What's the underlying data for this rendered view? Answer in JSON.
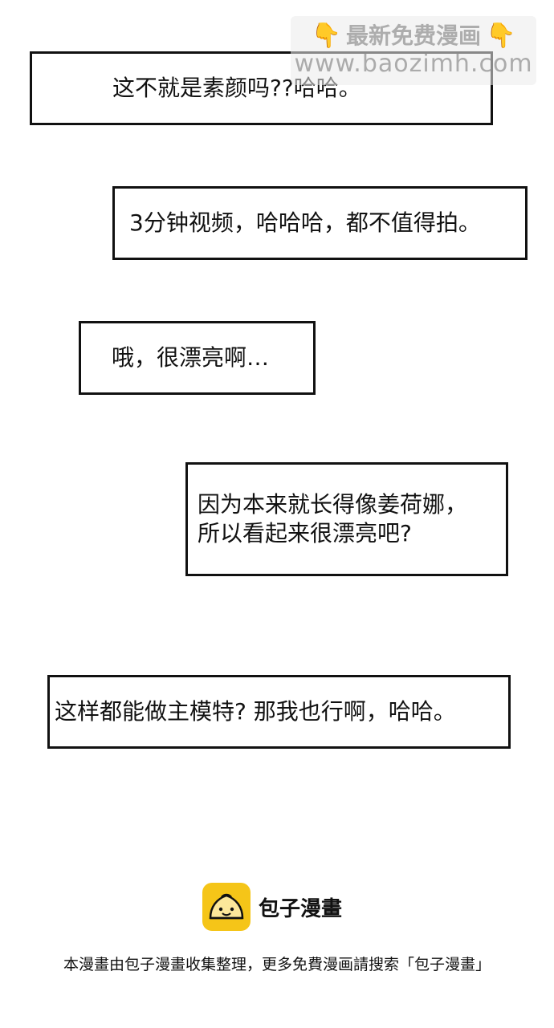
{
  "watermark": {
    "hand_icon": "👇",
    "title": "最新免费漫画",
    "url": "www.baozimh.com"
  },
  "bubbles": [
    {
      "text": "这不就是素颜吗??哈哈。"
    },
    {
      "text": "3分钟视频，哈哈哈，都不值得拍。"
    },
    {
      "text": "哦，很漂亮啊…"
    },
    {
      "line1": "因为本来就长得像姜荷娜，",
      "line2": "所以看起来很漂亮吧?"
    },
    {
      "text": "这样都能做主模特? 那我也行啊，哈哈。"
    }
  ],
  "logo": {
    "name": "包子漫畫",
    "icon": "bun-icon",
    "color": "#F5C518"
  },
  "footer": {
    "text": "本漫畫由包子漫畫收集整理，更多免費漫画請搜索「包子漫畫」"
  }
}
